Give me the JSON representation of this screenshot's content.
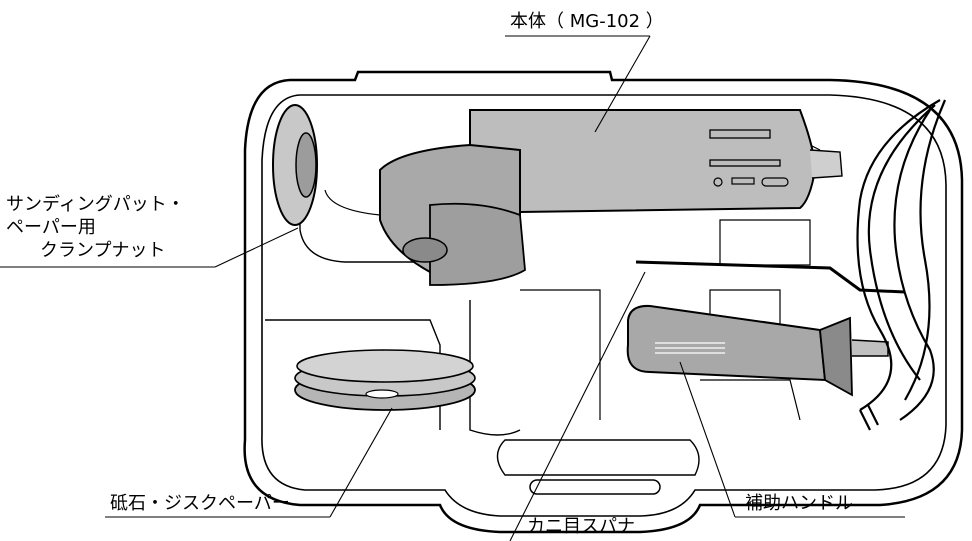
{
  "labels": {
    "main_body": "本体（ MG-102 ）",
    "clamp_nut_line1": "サンディングパット・",
    "clamp_nut_line2": "ペーパー用",
    "clamp_nut_line3": "クランプナット",
    "grinding_disc": "砥石・ジスクペーパー",
    "wrench": "カニ目スパナ",
    "side_handle": "補助ハンドル"
  }
}
